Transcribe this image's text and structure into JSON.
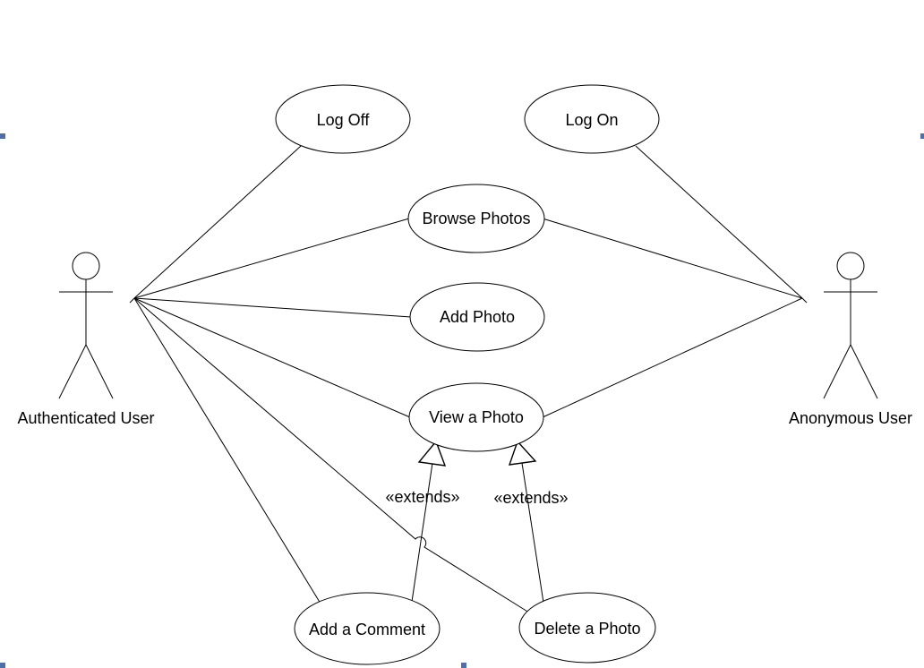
{
  "diagram": {
    "actors": [
      {
        "id": "authenticated",
        "label": "Authenticated User"
      },
      {
        "id": "anonymous",
        "label": "Anonymous User"
      }
    ],
    "use_cases": [
      {
        "id": "log_off",
        "label": "Log Off"
      },
      {
        "id": "log_on",
        "label": "Log On"
      },
      {
        "id": "browse_photos",
        "label": "Browse Photos"
      },
      {
        "id": "add_photo",
        "label": "Add Photo"
      },
      {
        "id": "view_photo",
        "label": "View a Photo"
      },
      {
        "id": "add_comment",
        "label": "Add a Comment"
      },
      {
        "id": "delete_photo",
        "label": "Delete a Photo"
      }
    ],
    "associations": [
      {
        "actor": "authenticated",
        "use_case": "log_off"
      },
      {
        "actor": "authenticated",
        "use_case": "browse_photos"
      },
      {
        "actor": "authenticated",
        "use_case": "add_photo"
      },
      {
        "actor": "authenticated",
        "use_case": "view_photo"
      },
      {
        "actor": "authenticated",
        "use_case": "add_comment"
      },
      {
        "actor": "authenticated",
        "use_case": "delete_photo"
      },
      {
        "actor": "anonymous",
        "use_case": "log_on"
      },
      {
        "actor": "anonymous",
        "use_case": "browse_photos"
      },
      {
        "actor": "anonymous",
        "use_case": "view_photo"
      }
    ],
    "extends": [
      {
        "from": "add_comment",
        "to": "view_photo",
        "label": "«extends»"
      },
      {
        "from": "delete_photo",
        "to": "view_photo",
        "label": "«extends»"
      }
    ]
  }
}
